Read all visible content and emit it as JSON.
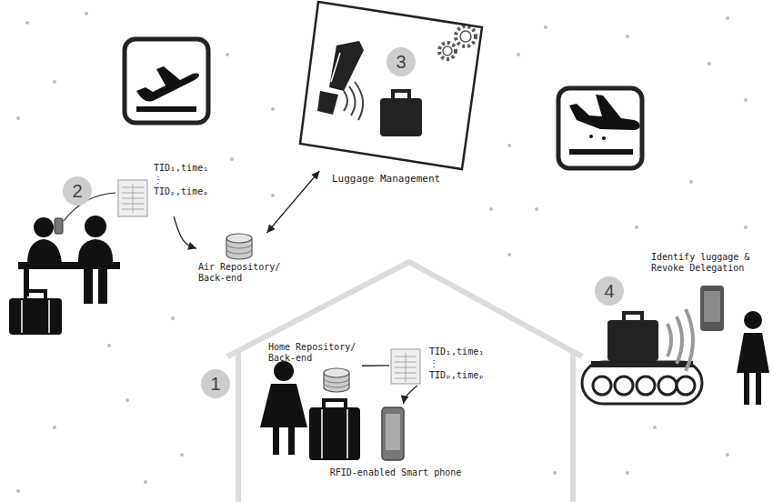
{
  "diagram": {
    "nodes": [
      {
        "text": [
          "Luggage Management"
        ]
      },
      {
        "text": [
          "3"
        ],
        "in": 0
      },
      {
        "text": [
          "2"
        ]
      },
      {
        "text": [
          "TID₁,time₁ ⋮ TIDₚ,timeₚ"
        ]
      },
      {
        "text": [
          "Air Repository/ Back-end"
        ]
      },
      {
        "text": [
          "4"
        ]
      },
      {
        "text": [
          "1"
        ]
      },
      {
        "text": [
          "Home Repository/ Back-end"
        ]
      },
      {
        "text": [
          "TID₁,time₁ ⋮ TIDₚ,timeₚ"
        ]
      },
      {
        "text": [
          "RFID-enabled Smart phone"
        ]
      }
    ],
    "edges": [
      {
        "from": 3,
        "to": 4,
        "arrow": "to"
      },
      {
        "from": 0,
        "to": 4,
        "arrow": "both"
      },
      {
        "from": 7,
        "to": 8,
        "arrow": "none"
      },
      {
        "from": 8,
        "to": 9,
        "arrow": "to"
      }
    ],
    "labels": [
      "Identify luggage & Revoke Delegation"
    ]
  }
}
